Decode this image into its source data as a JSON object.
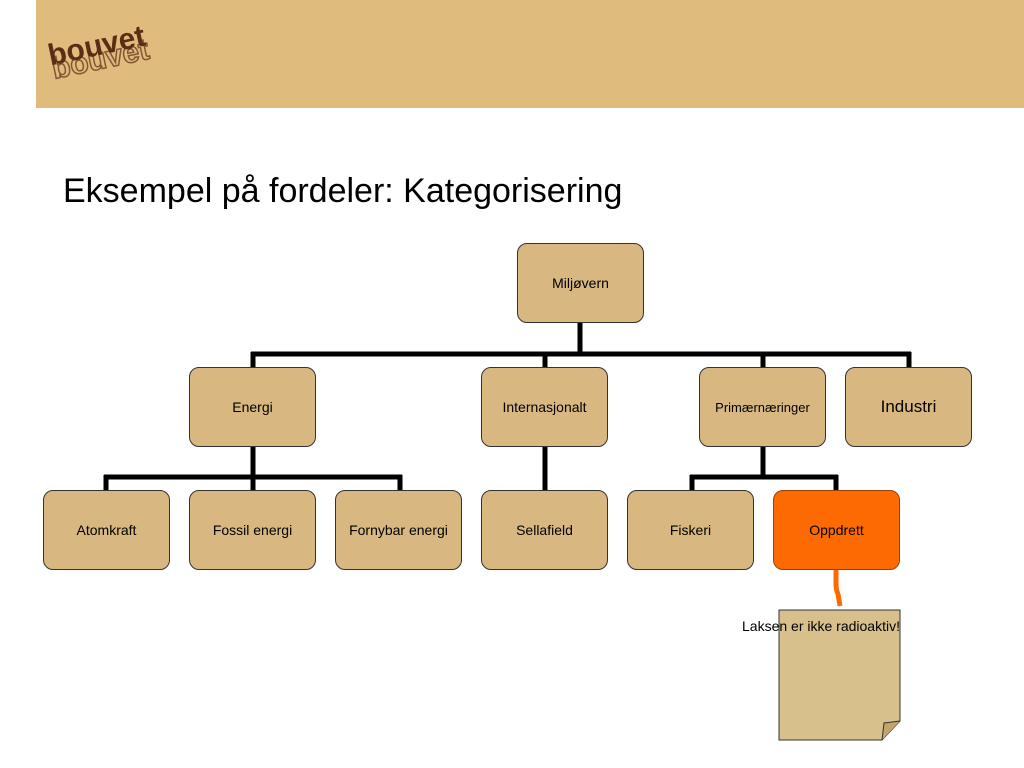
{
  "header": {
    "logo_text": "bouvet"
  },
  "slide": {
    "title": "Eksempel på fordeler: Kategorisering"
  },
  "tree": {
    "root": "Miljøvern",
    "level1": [
      "Energi",
      "Internasjonalt",
      "Primærnæringer",
      "Industri"
    ],
    "energi_children": [
      "Atomkraft",
      "Fossil energi",
      "Fornybar energi"
    ],
    "internasjonalt_children": [
      "Sellafield"
    ],
    "primaer_children": [
      "Fiskeri",
      "Oppdrett"
    ]
  },
  "annotation": {
    "note_text": "Laksen er ikke radioaktiv!"
  },
  "colors": {
    "header": "#e0bb7e",
    "node": "#d8b880",
    "highlight": "#fd6a02",
    "note": "#d8c08c"
  }
}
